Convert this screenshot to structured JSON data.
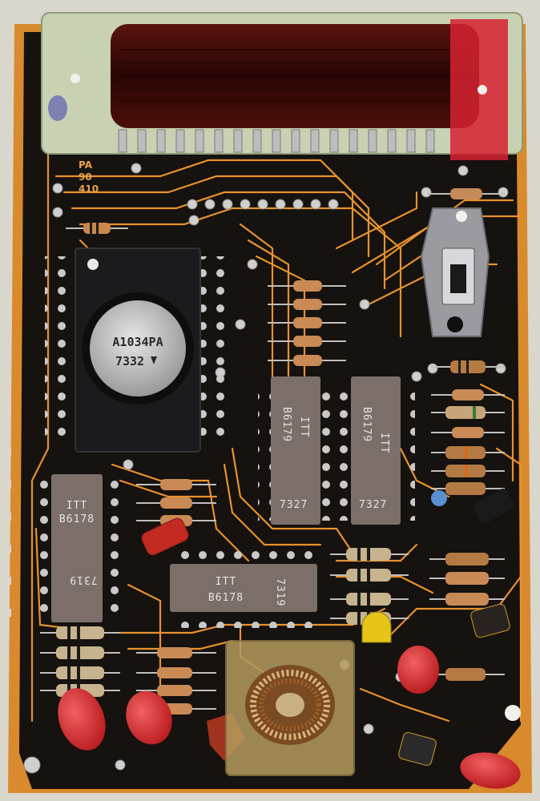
{
  "board": {
    "silkscreen_left": [
      "PA",
      "90",
      "410"
    ],
    "main_ic": {
      "part": "A1034PA",
      "date": "7332"
    },
    "ic_top_middle": {
      "brand": "ITT",
      "part": "B6179",
      "date": "7327"
    },
    "ic_top_right": {
      "brand": "ITT",
      "part": "B6179",
      "date": "7327"
    },
    "ic_left": {
      "brand": "ITT",
      "part": "B6178",
      "date": "7319"
    },
    "ic_bottom": {
      "brand": "ITT",
      "part": "B6178",
      "date": "7319"
    }
  },
  "colors": {
    "board": "#15120f",
    "copper": "#e8912f",
    "substrate": "#d98a2c",
    "chip": "#7c6f6a",
    "solder": "#c9c9c9",
    "capacitor": "#d9262a",
    "display": "#3a0c08"
  }
}
